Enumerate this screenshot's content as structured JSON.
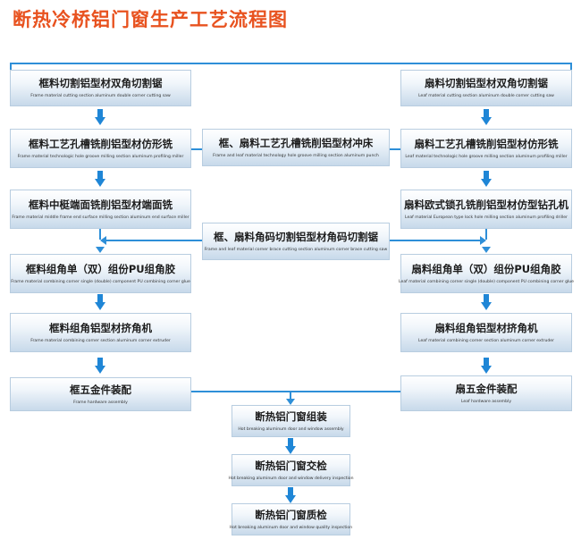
{
  "title": "断热冷桥铝门窗生产工艺流程图",
  "colors": {
    "title": "#e8521f",
    "connector": "#2e8fd8",
    "box_fill_bottom": "#c7d9ea"
  },
  "left": [
    {
      "zh": "框料切割铝型材双角切割锯",
      "en": "Frame material cutting section aluminum double corner cutting saw"
    },
    {
      "zh": "框料工艺孔槽铣削铝型材仿形铣",
      "en": "Frame material technologic hole groove milling section aluminum profiling miller"
    },
    {
      "zh": "框料中梃端面铣削铝型材端面铣",
      "en": "Frame material middle frame end surface milling section aluminum end surface miller"
    },
    {
      "zh": "框料组角单（双）组份PU组角胶",
      "en": "Frame material combining corner single (double) component PU combining corner glue"
    },
    {
      "zh": "框料组角铝型材挤角机",
      "en": "Frame material combining corner section aluminum corner extruder"
    },
    {
      "zh": "框五金件装配",
      "en": "Frame hardware assembly"
    }
  ],
  "right": [
    {
      "zh": "扇料切割铝型材双角切割锯",
      "en": "Leaf material cutting section aluminum double corner cutting saw"
    },
    {
      "zh": "扇料工艺孔槽铣削铝型材仿形铣",
      "en": "Leaf material technologic hole groove milling section aluminum profiling miller"
    },
    {
      "zh": "扇料欧式锁孔铣削铝型材仿型钻孔机",
      "en": "Leaf material European type lock hole milling section aluminum profiling driller"
    },
    {
      "zh": "扇料组角单（双）组份PU组角胶",
      "en": "Leaf material combining corner single (double) component PU combining corner glue"
    },
    {
      "zh": "扇料组角铝型材挤角机",
      "en": "Leaf material combining corner section aluminum corner extruder"
    },
    {
      "zh": "扇五金件装配",
      "en": "Leaf hardware assembly"
    }
  ],
  "middle": [
    {
      "zh": "框、扇料工艺孔槽铣削铝型材冲床",
      "en": "Frame and leaf material technology hole groove milling section aluminum punch"
    },
    {
      "zh": "框、扇料角码切割铝型材角码切割锯",
      "en": "Frame and leaf material corner brace cutting section aluminum corner brace cutting saw"
    }
  ],
  "bottom": [
    {
      "zh": "断热铝门窗组装",
      "en": "Hot breaking aluminum door and window assembly"
    },
    {
      "zh": "断热铝门窗交检",
      "en": "Hot breaking aluminum door and window delivery inspection"
    },
    {
      "zh": "断热铝门窗质检",
      "en": "Hot breaking aluminum door and window quality inspection"
    }
  ]
}
